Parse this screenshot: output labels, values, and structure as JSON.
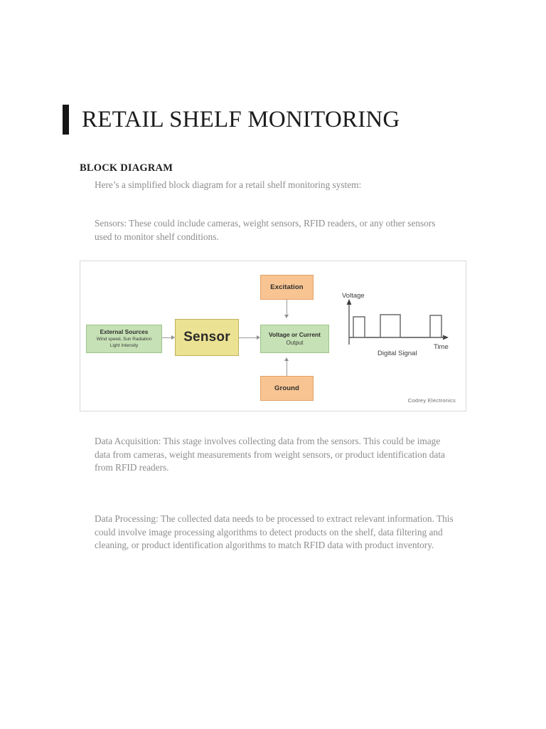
{
  "document": {
    "title": "RETAIL SHELF MONITORING",
    "section_heading": "BLOCK DIAGRAM",
    "paragraphs": {
      "intro": "Here’s a simplified block diagram for a retail shelf monitoring system:",
      "sensors": "Sensors: These could include cameras, weight sensors, RFID readers, or any other sensors used to monitor shelf conditions.",
      "data_acquisition": "Data Acquisition: This stage involves collecting data from the sensors. This could be image data from cameras, weight measurements from weight sensors, or product identification data from RFID readers.",
      "data_processing": "Data Processing: The collected data needs to be processed to extract relevant information. This could involve image processing algorithms to detect products on the shelf, data filtering and cleaning, or product identification algorithms to match RFID data with product inventory."
    }
  },
  "figure": {
    "watermark": "Codrey Electronics",
    "nodes": {
      "excitation": {
        "label": "Excitation",
        "color": "#f8c492"
      },
      "ground": {
        "label": "Ground",
        "color": "#f8c492"
      },
      "sensor": {
        "label": "Sensor",
        "color": "#ece293"
      },
      "external_sources": {
        "label": "External Sources",
        "sub_line1": "Wind speed, Sun Radiation",
        "sub_line2": "Light Intensity",
        "color": "#c6e1b5"
      },
      "output": {
        "label": "Voltage or Current",
        "sub": "Output",
        "color": "#c6e1b5"
      }
    },
    "chart_data": {
      "type": "line",
      "title": "Digital Signal",
      "xlabel": "Time",
      "ylabel": "Voltage",
      "x": [
        0,
        6,
        6,
        22,
        22,
        44,
        44,
        72,
        72,
        114,
        114,
        130,
        130,
        150
      ],
      "y": [
        0,
        0,
        1,
        1,
        0,
        0,
        1,
        1,
        0,
        0,
        1,
        1,
        0,
        0
      ],
      "ylim": [
        0,
        1
      ],
      "xlim": [
        0,
        150
      ],
      "grid": false,
      "legend": null,
      "annotations": [
        "Voltage",
        "Time",
        "Digital Signal"
      ]
    }
  }
}
